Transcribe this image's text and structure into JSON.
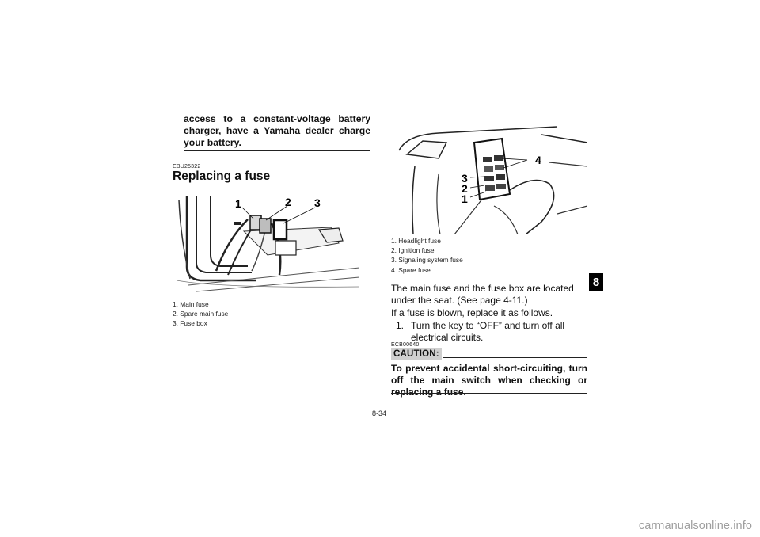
{
  "left_column": {
    "intro_text": "access to a constant-voltage battery charger, have a Yamaha dealer charge your battery.",
    "section_code": "EBU25322",
    "section_title": "Replacing a fuse",
    "figure_callouts": [
      "1",
      "2",
      "3"
    ],
    "captions": [
      "1. Main fuse",
      "2. Spare main fuse",
      "3. Fuse box"
    ]
  },
  "right_column": {
    "figure_callouts": [
      "1",
      "2",
      "3",
      "4"
    ],
    "captions": [
      "1. Headlight fuse",
      "2. Ignition fuse",
      "3. Signaling system fuse",
      "4. Spare fuse"
    ],
    "paragraph_1": "The main fuse and the fuse box are located under the seat. (See page 4-11.)",
    "paragraph_2": "If a fuse is blown, replace it as follows.",
    "step_1_number": "1.",
    "step_1_text": "Turn the key to “OFF” and turn off all electrical circuits.",
    "caution_code": "ECB00640",
    "caution_label": "CAUTION:",
    "caution_text": "To prevent accidental short-circuiting, turn off the main switch when checking or replacing a fuse."
  },
  "chapter_tab": "8",
  "page_number": "8-34",
  "watermark": "carmanualsonline.info"
}
